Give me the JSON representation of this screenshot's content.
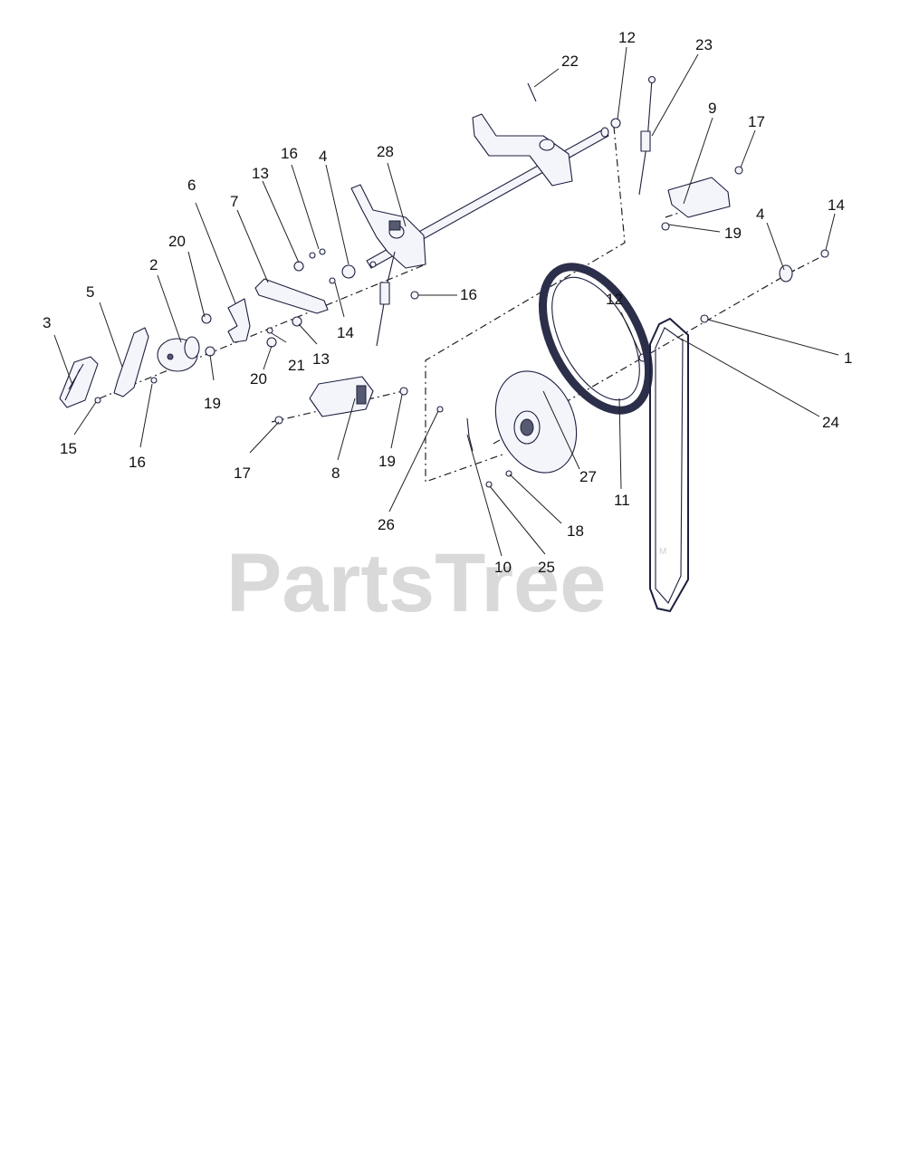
{
  "watermark": {
    "brand": "PartsTree",
    "mark": "M"
  },
  "callouts": [
    {
      "label": "12"
    },
    {
      "label": "22"
    },
    {
      "label": "23"
    },
    {
      "label": "9"
    },
    {
      "label": "17"
    },
    {
      "label": "19"
    },
    {
      "label": "4"
    },
    {
      "label": "14"
    },
    {
      "label": "1"
    },
    {
      "label": "24"
    },
    {
      "label": "12"
    },
    {
      "label": "11"
    },
    {
      "label": "27"
    },
    {
      "label": "18"
    },
    {
      "label": "25"
    },
    {
      "label": "10"
    },
    {
      "label": "26"
    },
    {
      "label": "28"
    },
    {
      "label": "4"
    },
    {
      "label": "16"
    },
    {
      "label": "13"
    },
    {
      "label": "16"
    },
    {
      "label": "14"
    },
    {
      "label": "7"
    },
    {
      "label": "6"
    },
    {
      "label": "20"
    },
    {
      "label": "21"
    },
    {
      "label": "13"
    },
    {
      "label": "20"
    },
    {
      "label": "2"
    },
    {
      "label": "19"
    },
    {
      "label": "5"
    },
    {
      "label": "3"
    },
    {
      "label": "15"
    },
    {
      "label": "16"
    },
    {
      "label": "8"
    },
    {
      "label": "17"
    },
    {
      "label": "19"
    }
  ]
}
